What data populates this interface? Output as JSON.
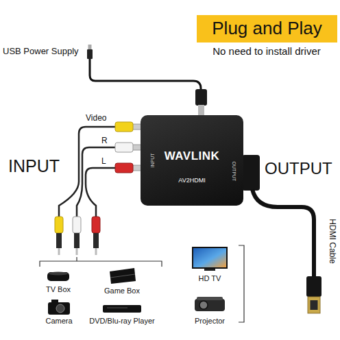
{
  "diagram": {
    "nodes": [
      {
        "text": [
          "Plug and Play"
        ]
      },
      {
        "text": [
          "WAVLINK",
          "AV2HDMI"
        ]
      }
    ],
    "labels": [
      "USB Power Supply",
      "No need to install driver",
      "Video",
      "R",
      "L",
      "INPUT",
      "INPUT",
      "OUTPUT",
      "OUTPUT",
      "HDMI Cable",
      "TV Box",
      "Game Box",
      "Camera",
      "DVD/Blu-ray Player",
      "HD TV",
      "Projector"
    ]
  }
}
